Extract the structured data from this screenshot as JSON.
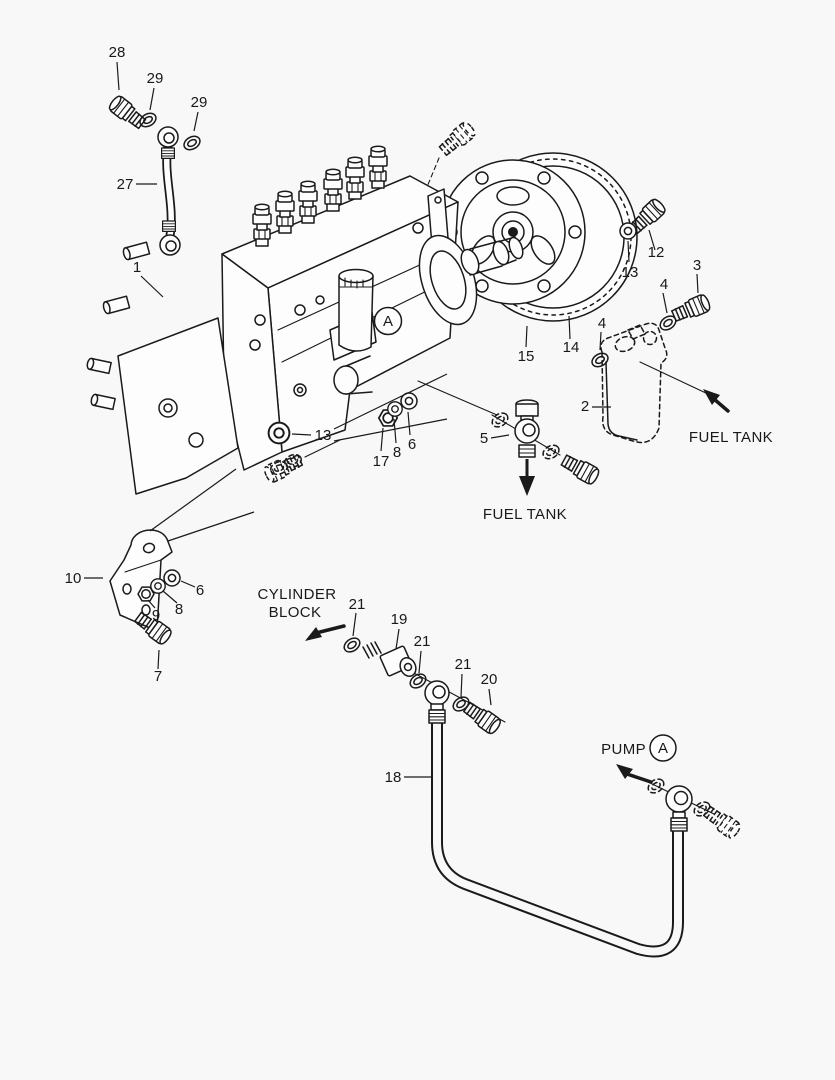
{
  "diagram": {
    "background": "#f8f8f8",
    "ink": "#1a1a1a"
  },
  "callouts": [
    {
      "part": "28"
    },
    {
      "part": "29"
    },
    {
      "part": "29"
    },
    {
      "part": "27"
    },
    {
      "part": "1"
    },
    {
      "part": "12"
    },
    {
      "part": "13"
    },
    {
      "part": "3"
    },
    {
      "part": "4"
    },
    {
      "part": "4"
    },
    {
      "part": "14"
    },
    {
      "part": "15"
    },
    {
      "part": "2"
    },
    {
      "part": "13"
    },
    {
      "part": "17"
    },
    {
      "part": "8"
    },
    {
      "part": "6"
    },
    {
      "part": "5"
    },
    {
      "part": "10"
    },
    {
      "part": "9"
    },
    {
      "part": "8"
    },
    {
      "part": "6"
    },
    {
      "part": "7"
    },
    {
      "part": "21"
    },
    {
      "part": "19"
    },
    {
      "part": "21"
    },
    {
      "part": "21"
    },
    {
      "part": "20"
    },
    {
      "part": "18"
    }
  ],
  "labels": {
    "fuel_tank_right": "FUEL TANK",
    "fuel_tank_bottom": "FUEL TANK",
    "cylinder_block_line1": "CYLINDER",
    "cylinder_block_line2": "BLOCK",
    "pump": "PUMP",
    "ref_marker_pump": "A",
    "ref_marker_body": "A"
  },
  "icons": {
    "fuel_tank_arrow_right": "arrow-up-left",
    "fuel_tank_arrow_bottom": "arrow-down",
    "cylinder_block_arrow": "arrow-down-left",
    "pump_arrow": "arrow-up-left"
  }
}
